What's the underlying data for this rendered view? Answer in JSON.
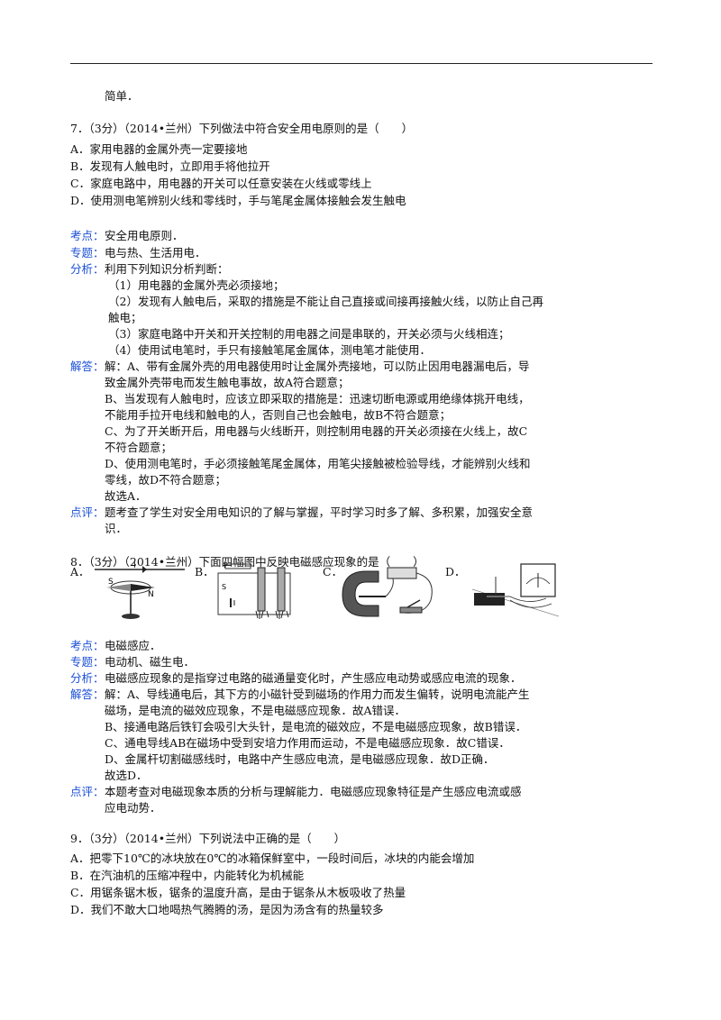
{
  "cont_line": "简单．",
  "labels": {
    "kaodian": "考点：",
    "zhuanti": "专题：",
    "fenxi": "分析：",
    "jieda": "解答：",
    "dianping": "点评："
  },
  "q7": {
    "header": "7．（3分）（2014•兰州）下列做法中符合安全用电原则的是（　　）",
    "options": [
      "A．家用电器的金属外壳一定要接地",
      "B．发现有人触电时，立即用手将他拉开",
      "C．家庭电路中，用电器的开关可以任意安装在火线或零线上",
      "D．使用测电笔辨别火线和零线时，手与笔尾金属体接触会发生触电"
    ],
    "kaodian": "安全用电原则．",
    "zhuanti": "电与热、生活用电．",
    "fenxi": [
      "利用下列知识分析判断：",
      "（1）用电器的金属外壳必须接地；",
      "（2）发现有人触电后，采取的措施是不能让自己直接或间接再接触火线，以防止自己再",
      "触电；",
      "（3）家庭电路中开关和开关控制的用电器之间是串联的，开关必须与火线相连；",
      "（4）使用试电笔时，手只有接触笔尾金属体，测电笔才能使用．"
    ],
    "jieda": [
      "解：A、带有金属外壳的用电器使用时让金属外壳接地，可以防止因用电器漏电后，导",
      "致金属外壳带电而发生触电事故，故A符合题意；",
      "B、当发现有人触电时，应该立即采取的措施是：迅速切断电源或用绝缘体挑开电线，",
      "不能用手拉开电线和触电的人，否则自己也会触电，故B不符合题意；",
      "C、为了开关断开后，用电器与火线断开，则控制用电器的开关必须接在火线上，故C",
      "不符合题意；",
      "D、使用测电笔时，手必须接触笔尾金属体，用笔尖接触被检验导线，才能辨别火线和",
      "零线，故D不符合题意；",
      "故选A．"
    ],
    "dianping": [
      "题考查了学生对安全用电知识的了解与掌握，平时学习时多了解、多积累，加强安全意",
      "识．"
    ]
  },
  "q8": {
    "header": "8．（3分）（2014•兰州）下面四幅图中反映电磁感应现象的是（　　）",
    "fig_labels": [
      "A．",
      "B．",
      "C．",
      "D．"
    ],
    "fig_a_text": {
      "i": "I",
      "s": "S",
      "n": "N"
    },
    "fig_b_text": {
      "p": "P",
      "s": "S"
    },
    "kaodian": "电磁感应．",
    "zhuanti": "电动机、磁生电．",
    "fenxi": "电磁感应现象的是指穿过电路的磁通量变化时，产生感应电动势或感应电流的现象．",
    "jieda": [
      "解：A、导线通电后，其下方的小磁针受到磁场的作用力而发生偏转，说明电流能产生",
      "磁场，是电流的磁效应现象，不是电磁感应现象．故A错误．",
      "B、接通电路后铁钉会吸引大头针，是电流的磁效应，不是电磁感应现象，故B错误．",
      "C、通电导线AB在磁场中受到安培力作用而运动，不是电磁感应现象．故C错误．",
      "D、金属杆切割磁感线时，电路中产生感应电流，是电磁感应现象．故D正确．",
      "故选D．"
    ],
    "dianping": [
      "本题考查对电磁现象本质的分析与理解能力．电磁感应现象特征是产生感应电流或感",
      "应电动势．"
    ]
  },
  "q9": {
    "header": "9．（3分）（2014•兰州）下列说法中正确的是（　　）",
    "options": [
      "A．把零下10℃的冰块放在0℃的冰箱保鲜室中，一段时间后，冰块的内能会增加",
      "B．在汽油机的压缩冲程中，内能转化为机械能",
      "C．用锯条锯木板，锯条的温度升高，是由于锯条从木板吸收了热量",
      "D．我们不敢大口地喝热气腾腾的汤，是因为汤含有的热量较多"
    ]
  }
}
